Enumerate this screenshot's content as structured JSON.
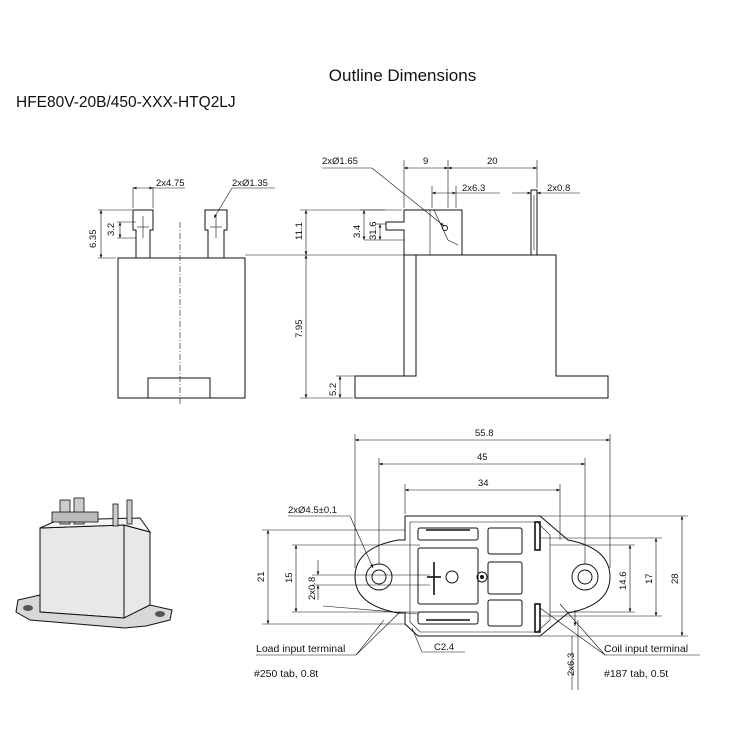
{
  "title": "Outline Dimensions",
  "model": "HFE80V-20B/450-XXX-HTQ2LJ",
  "front_view": {
    "dims": [
      "2x4.75",
      "2xØ1.35",
      "6.35",
      "3.2"
    ]
  },
  "side_view": {
    "dims": [
      "2xØ1.65",
      "9",
      "20",
      "2x6.3",
      "2x0.8",
      "11.1",
      "7.95",
      "3.4",
      "31.6",
      "5.2"
    ]
  },
  "bottom_view": {
    "dims": [
      "55.8",
      "45",
      "34",
      "2xØ4.5±0.1",
      "21",
      "15",
      "2x0.8",
      "14.6",
      "17",
      "28",
      "C2.4",
      "2x6.3"
    ],
    "labels": {
      "load_terminal": "Load input terminal",
      "load_tab": "#250 tab, 0.8t",
      "coil_terminal": "Coil input terminal",
      "coil_tab": "#187 tab, 0.5t"
    }
  }
}
